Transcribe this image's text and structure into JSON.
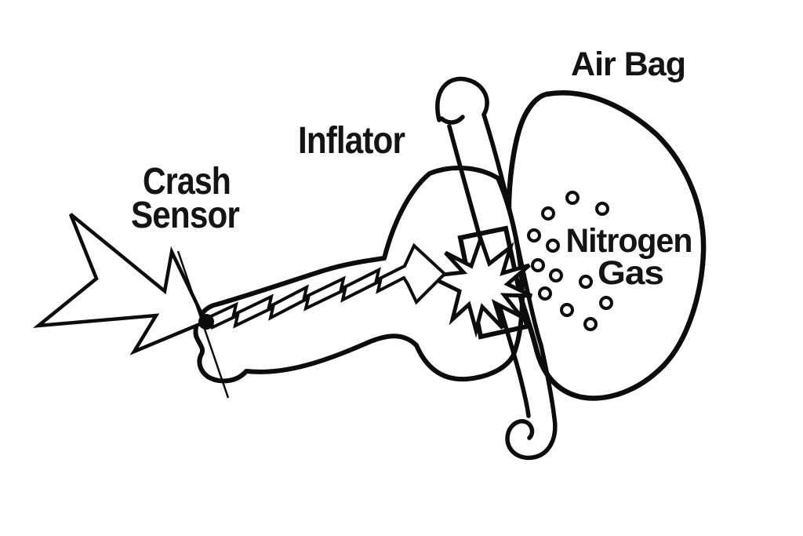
{
  "labels": {
    "crash_sensor": {
      "line1": "Crash",
      "line2": "Sensor"
    },
    "inflator": "Inflator",
    "air_bag": "Air Bag",
    "nitrogen_gas": {
      "line1": "Nitrogen",
      "line2": "Gas"
    }
  },
  "colors": {
    "background": "#ffffff",
    "line": "#0c0c0c",
    "text": "#141414"
  },
  "gas_bubbles": {
    "count": 12
  }
}
